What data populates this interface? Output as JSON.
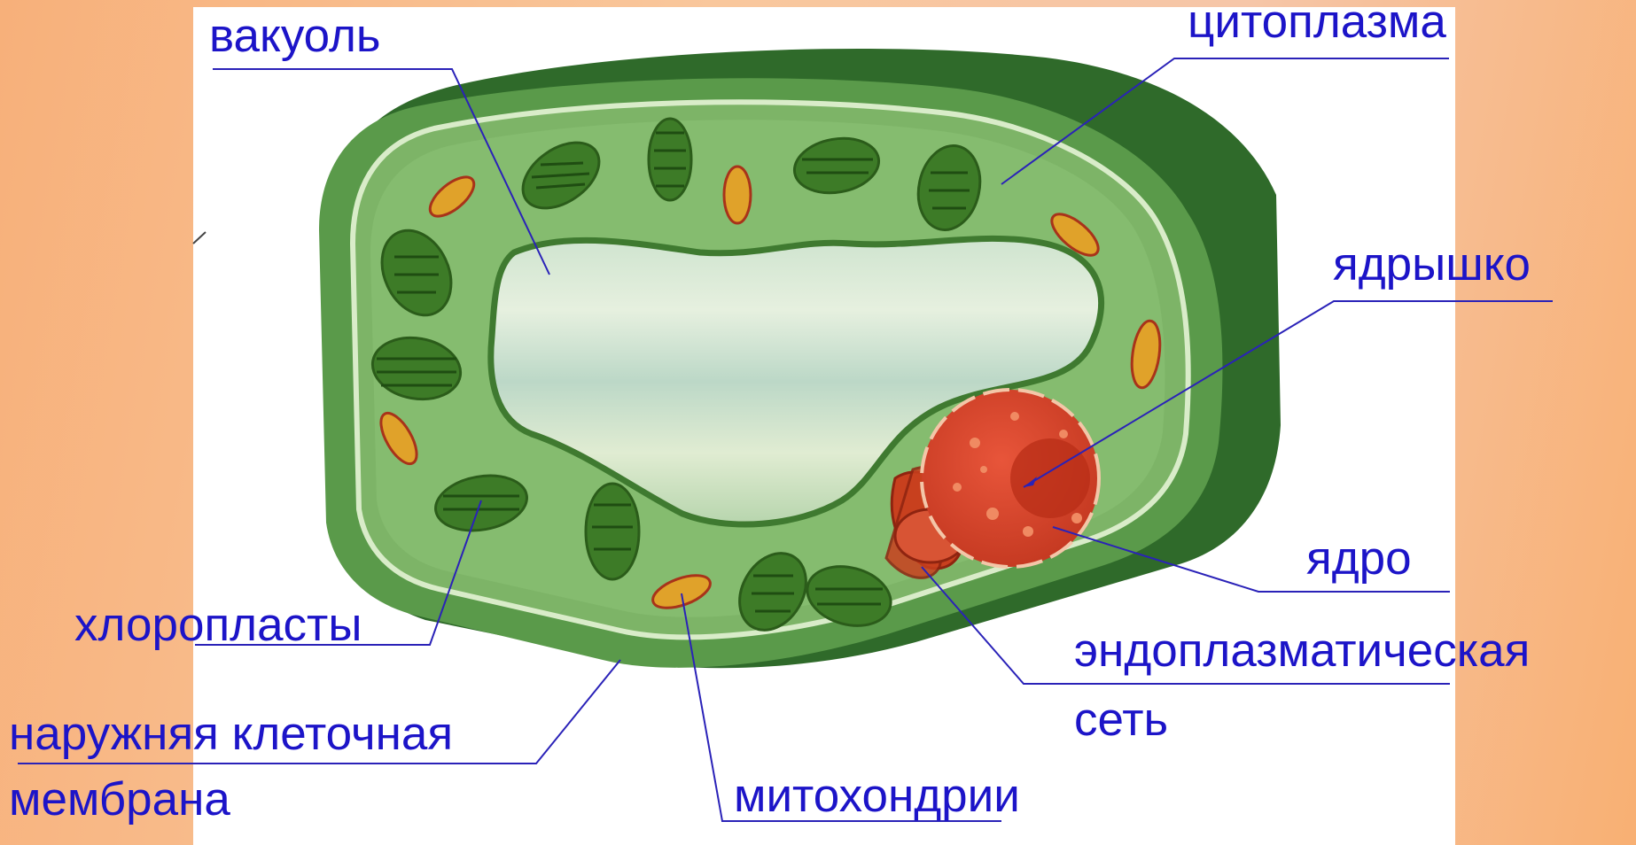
{
  "labels": {
    "vacuole": "вакуоль",
    "cytoplasm": "цитоплазма",
    "nucleolus": "ядрышко",
    "nucleus": "ядро",
    "er_line1": "эндоплазматическая",
    "er_line2": "сеть",
    "chloroplasts": "хлоропласты",
    "membrane_line1": "наружняя клеточная",
    "membrane_line2": "мембрана",
    "mitochondria": "митохондрии"
  },
  "colors": {
    "label_text": "#1c14c8",
    "leader_line": "#2a22b8",
    "cell_wall_dark": "#2f6a2a",
    "cytoplasm": "#7db467",
    "vacuole": "#c9e2c8",
    "nucleus": "#d84a2a",
    "chloroplast": "#3d7b27",
    "mitochondrion": "#e0a22a"
  }
}
